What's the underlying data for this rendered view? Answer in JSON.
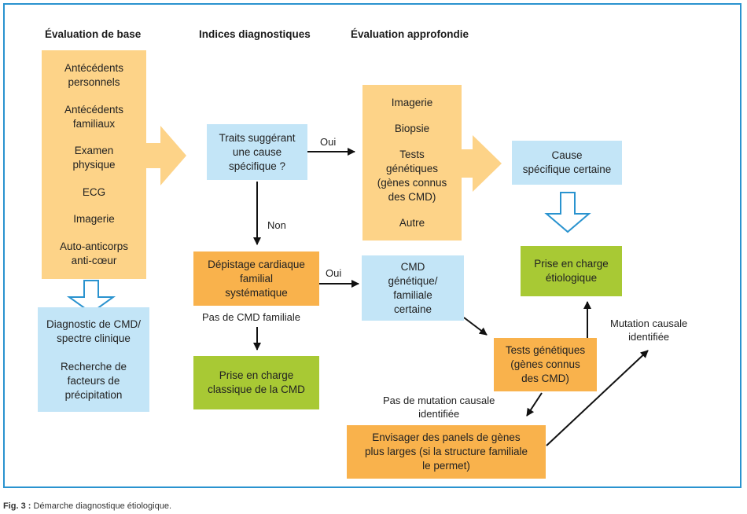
{
  "headers": {
    "base": "Évaluation de base",
    "indices": "Indices diagnostiques",
    "approfondie": "Évaluation approfondie"
  },
  "base_box": {
    "items": [
      "Antécédents\npersonnels",
      "Antécédents\nfamiliaux",
      "Examen\nphysique",
      "ECG",
      "Imagerie",
      "Auto-anticorps\nanti-cœur"
    ]
  },
  "diagnostic_box": {
    "line1": "Diagnostic de CMD/\nspectre clinique",
    "line2": "Recherche de\nfacteurs de\nprécipitation"
  },
  "traits_box": "Traits suggérant\nune cause\nspécifique ?",
  "depistage_box": "Dépistage cardiaque\nfamilial\nsystématique",
  "prise_classique_box": "Prise en charge\nclassique de la CMD",
  "approfondie_box": {
    "items": [
      "Imagerie",
      "Biopsie",
      "Tests\ngénétiques\n(gènes connus\ndes CMD)",
      "Autre"
    ]
  },
  "cause_box": "Cause\nspécifique certaine",
  "prise_etiologique_box": "Prise en charge\nétiologique",
  "cmd_genetique_box": "CMD\ngénétique/\nfamiliale\ncertaine",
  "tests_box": "Tests génétiques\n(gènes connus\ndes CMD)",
  "panels_box": "Envisager des panels de gènes\nplus larges (si la structure familiale\nle permet)",
  "labels": {
    "oui1": "Oui",
    "non": "Non",
    "oui2": "Oui",
    "pas_cmd_familiale": "Pas de CMD familiale",
    "pas_mutation": "Pas de mutation causale\nidentifiée",
    "mutation_identifiee": "Mutation causale\nidentifiée"
  },
  "caption": {
    "fig": "Fig. 3 :",
    "text": " Démarche diagnostique étiologique."
  },
  "colors": {
    "frame": "#2a93cf",
    "orange_light": "#fdd388",
    "orange_dark": "#f9b24c",
    "blue": "#c3e5f7",
    "green": "#a8c934",
    "hollow_arrow": "#2a93cf"
  }
}
